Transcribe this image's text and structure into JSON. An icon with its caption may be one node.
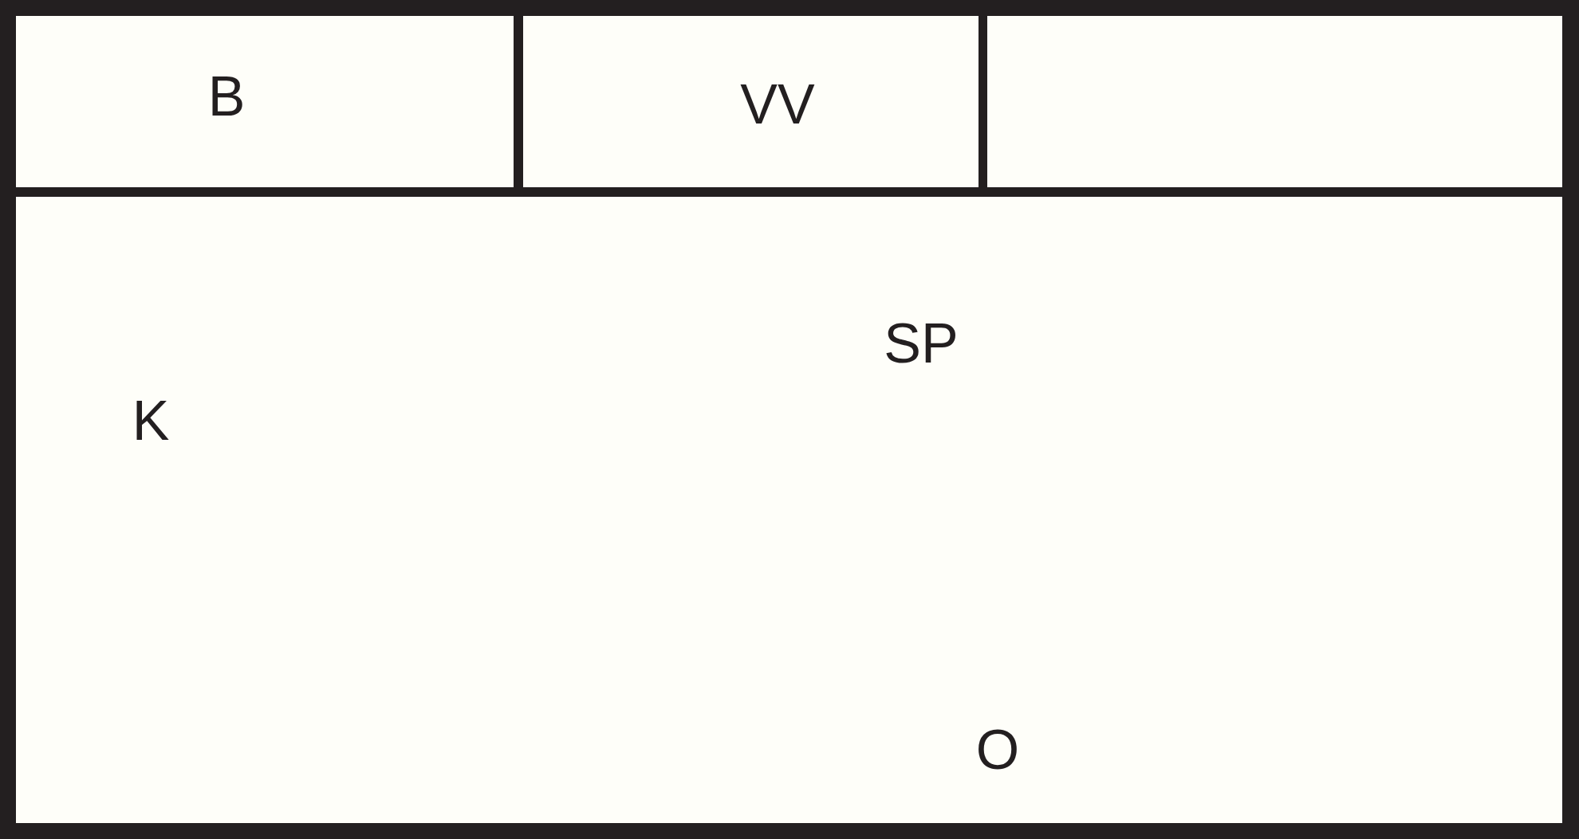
{
  "diagram": {
    "nodes": [
      {
        "text": [],
        "shape": "box"
      },
      {
        "text": [
          "B"
        ],
        "in": 0
      },
      {
        "text": [
          "VV"
        ],
        "in": 0
      },
      {
        "text": [],
        "shape": "box",
        "in": 0
      },
      {
        "text": [
          "K",
          "SP",
          "O"
        ],
        "in": 0
      }
    ]
  }
}
